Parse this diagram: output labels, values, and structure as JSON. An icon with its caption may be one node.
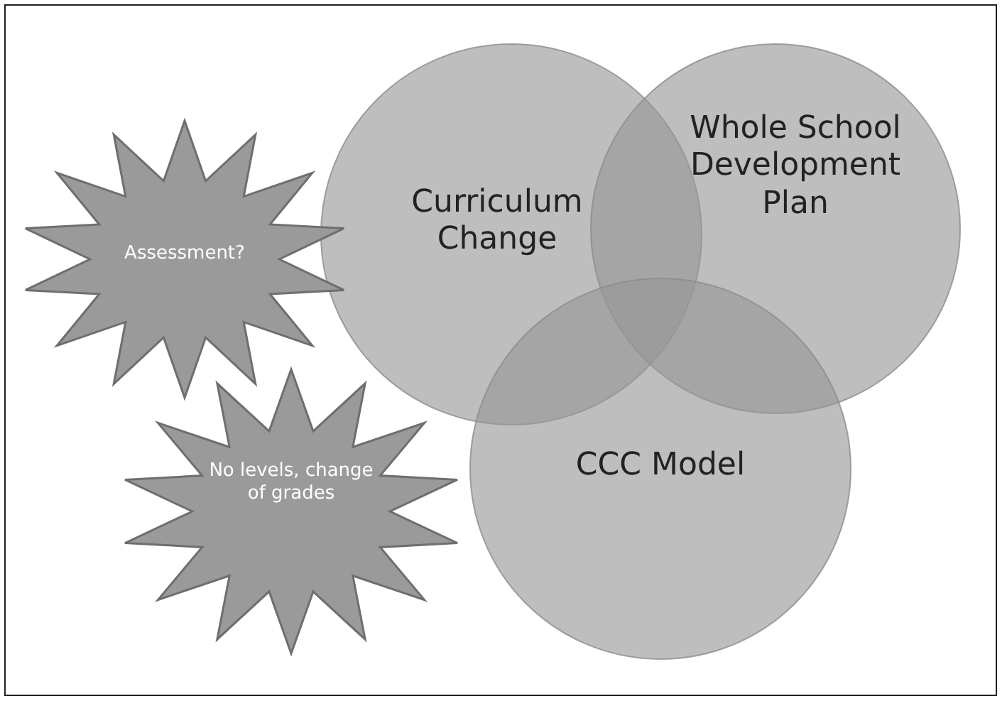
{
  "diagram": {
    "nodes": [
      {
        "text": [
          "Curriculum Change"
        ]
      },
      {
        "text": [
          "Whole School Development Plan"
        ]
      },
      {
        "text": [
          "CCC Model"
        ]
      },
      {
        "text": [
          "Assessment?"
        ]
      },
      {
        "text": [
          "No levels, change of grades"
        ]
      }
    ]
  }
}
